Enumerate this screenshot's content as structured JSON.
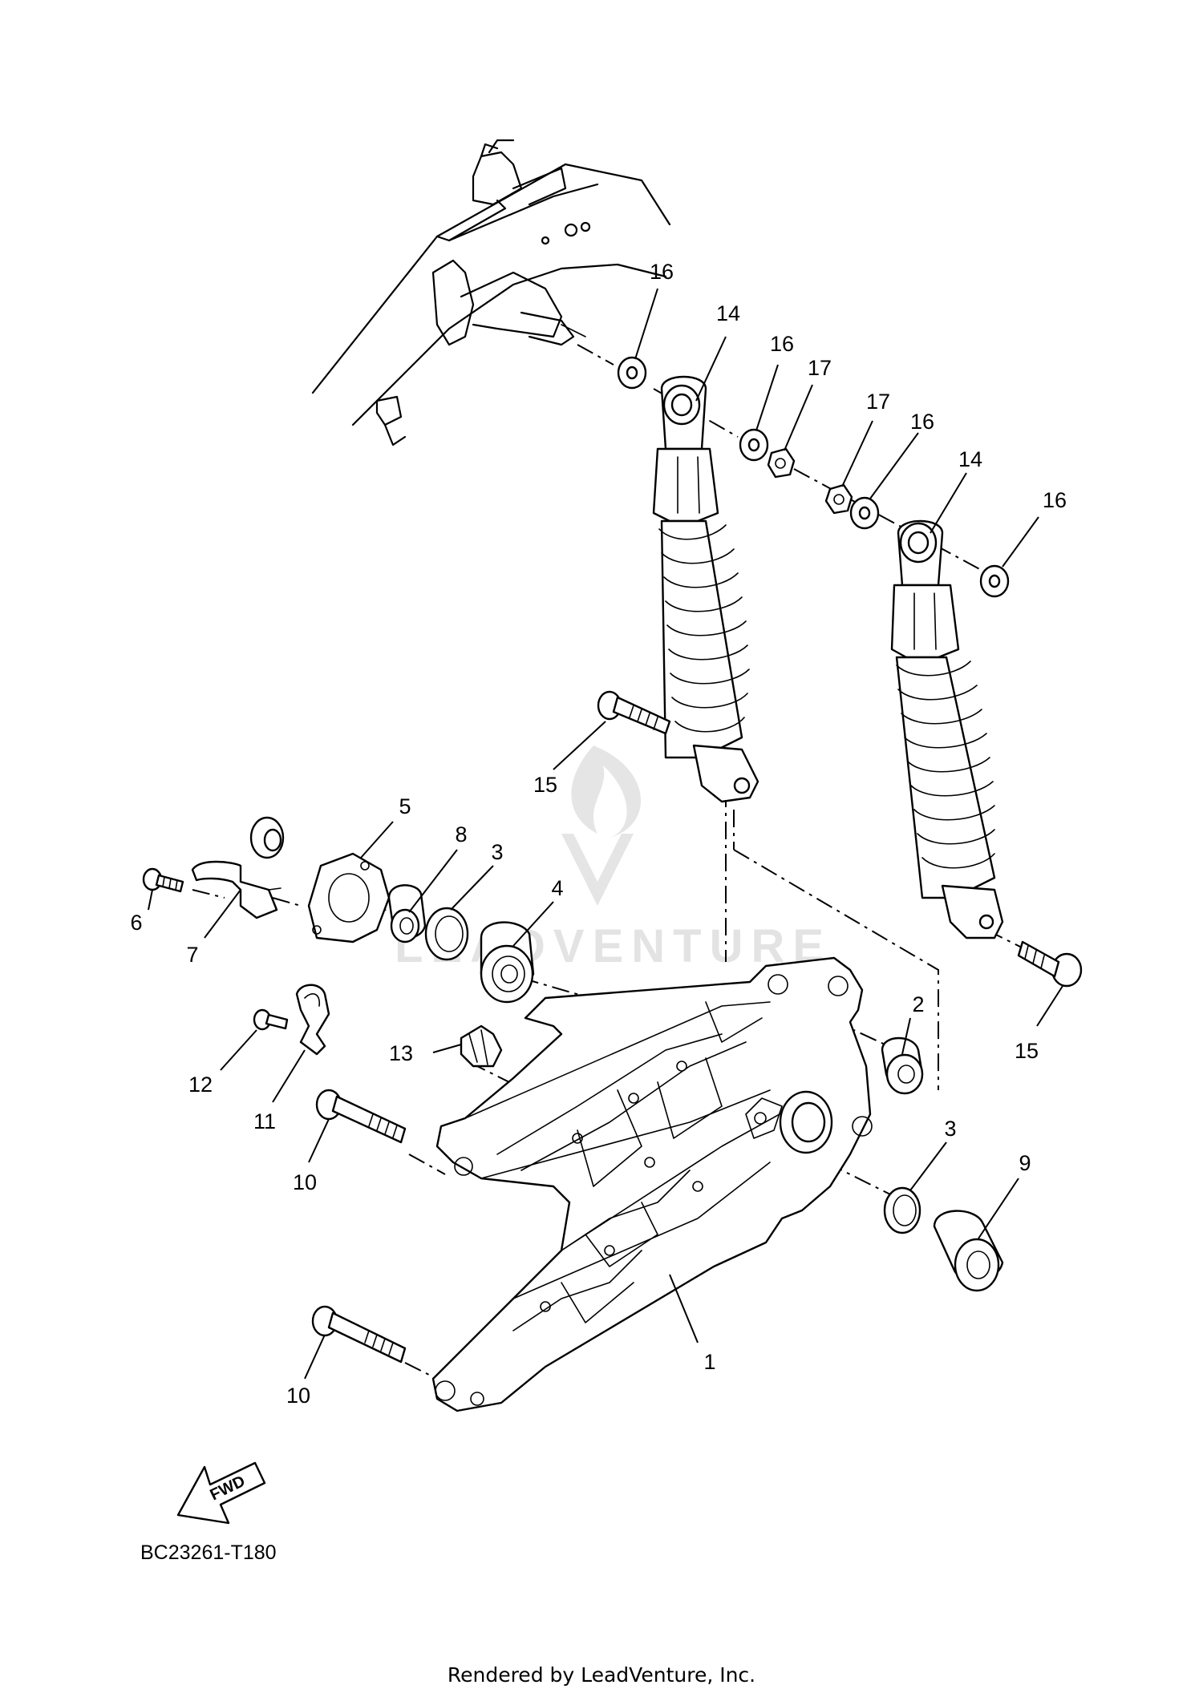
{
  "diagram_code": "BC23261-T180",
  "direction_arrow": "FWD",
  "footer": "Rendered by LeadVenture, Inc.",
  "watermark": "LEADVENTURE",
  "callouts": [
    {
      "label": "16",
      "part": "washer"
    },
    {
      "label": "14",
      "part": "rear-shock-absorber-top-mount"
    },
    {
      "label": "16",
      "part": "washer"
    },
    {
      "label": "17",
      "part": "nut"
    },
    {
      "label": "17",
      "part": "nut"
    },
    {
      "label": "16",
      "part": "washer"
    },
    {
      "label": "14",
      "part": "rear-shock-absorber-top-mount"
    },
    {
      "label": "16",
      "part": "washer"
    },
    {
      "label": "15",
      "part": "bolt"
    },
    {
      "label": "5",
      "part": "plate"
    },
    {
      "label": "8",
      "part": "collar"
    },
    {
      "label": "3",
      "part": "oil-seal"
    },
    {
      "label": "4",
      "part": "bearing"
    },
    {
      "label": "6",
      "part": "bolt"
    },
    {
      "label": "7",
      "part": "hose-guide"
    },
    {
      "label": "2",
      "part": "bush"
    },
    {
      "label": "15",
      "part": "bolt"
    },
    {
      "label": "13",
      "part": "clamp"
    },
    {
      "label": "12",
      "part": "bolt"
    },
    {
      "label": "11",
      "part": "clamp"
    },
    {
      "label": "3",
      "part": "oil-seal"
    },
    {
      "label": "9",
      "part": "collar"
    },
    {
      "label": "10",
      "part": "bolt"
    },
    {
      "label": "1",
      "part": "rear-arm"
    },
    {
      "label": "10",
      "part": "bolt"
    }
  ]
}
